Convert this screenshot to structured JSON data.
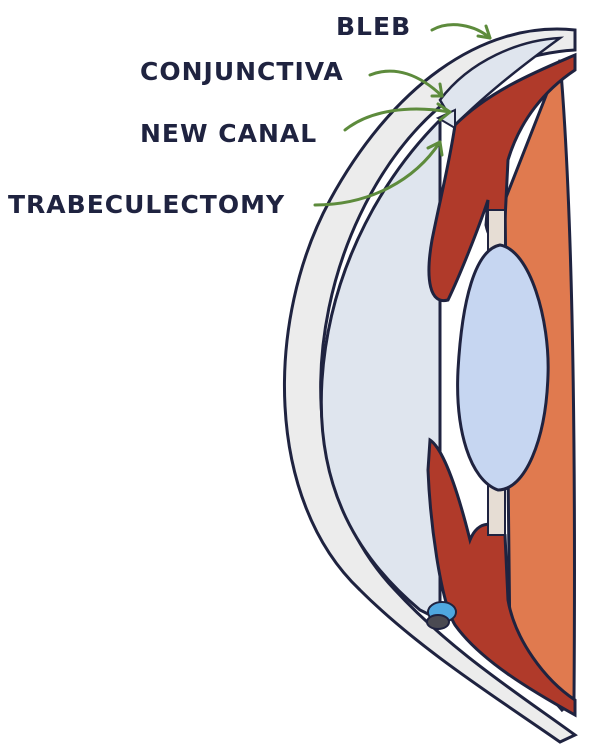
{
  "labels": {
    "bleb": "BLEB",
    "conjunctiva": "CONJUNCTIVA",
    "new_canal": "NEW CANAL",
    "trabeculectomy": "TRABECULECTOMY"
  },
  "colors": {
    "sclera_fill": "#ececec",
    "anterior_chamber": "#dfe5ee",
    "iris_ciliary": "#b03a2a",
    "lens": "#c6d6f1",
    "vitreous": "#e07a4f",
    "arrow": "#5d8b3c",
    "outline": "#1f2340",
    "schlemm_blue": "#4fa7e0"
  }
}
